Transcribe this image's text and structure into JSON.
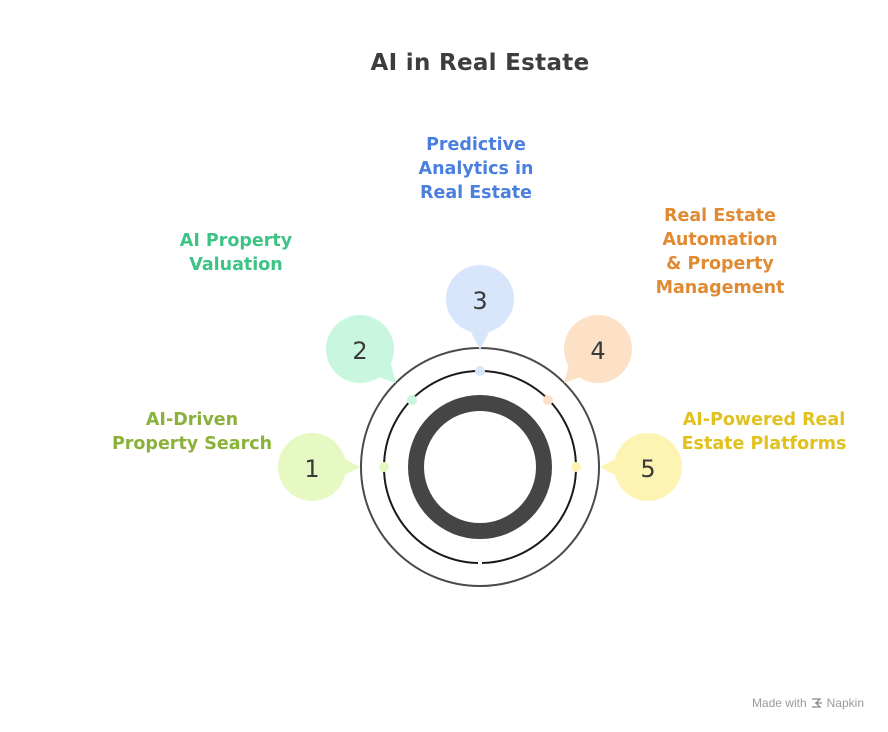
{
  "title": "AI in Real Estate",
  "items": [
    {
      "num": "1",
      "label": "AI-Driven\nProperty Search",
      "color": "#8ab23a",
      "fill": "#e6f9c2"
    },
    {
      "num": "2",
      "label": "AI Property\nValuation",
      "color": "#3dc386",
      "fill": "#c8f6df"
    },
    {
      "num": "3",
      "label": "Predictive\nAnalytics in\nReal Estate",
      "color": "#4a7fe0",
      "fill": "#d8e6fc"
    },
    {
      "num": "4",
      "label": "Real Estate\nAutomation\n& Property\nManagement",
      "color": "#e08a32",
      "fill": "#fde1c6"
    },
    {
      "num": "5",
      "label": "AI-Powered Real\nEstate Platforms",
      "color": "#e0c11e",
      "fill": "#fdf4b4"
    }
  ],
  "footer": {
    "prefix": "Made with",
    "brand": "Napkin",
    "icon": "napkin-logo-icon"
  }
}
